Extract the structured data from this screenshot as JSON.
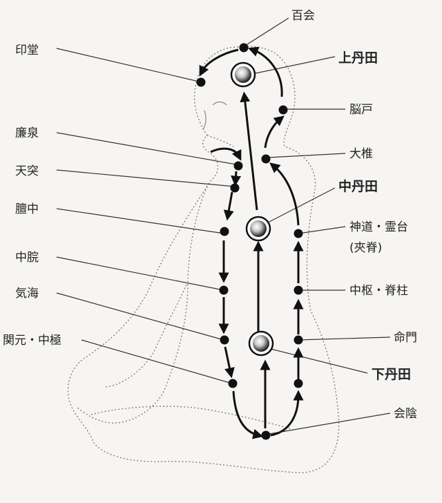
{
  "labels": {
    "baihui": "百会",
    "yintang": "印堂",
    "upper_dantian": "上丹田",
    "naohu": "脳戸",
    "lianquan": "廉泉",
    "dazhui": "大椎",
    "tiantu": "天突",
    "middle_dantian": "中丹田",
    "danzhong": "膻中",
    "shendao_lingtai": "神道・霊台",
    "jiaji": "(夾脊)",
    "zhongwan": "中脘",
    "zhongshu_jizhu": "中枢・脊柱",
    "qihai": "気海",
    "mingmen": "命門",
    "guanyuan_zhongji": "関元・中極",
    "lower_dantian": "下丹田",
    "huiyin": "会陰"
  },
  "colors": {
    "ink": "#111111",
    "label": "#222222",
    "outline": "#777777",
    "background": "#f6f5f3"
  }
}
